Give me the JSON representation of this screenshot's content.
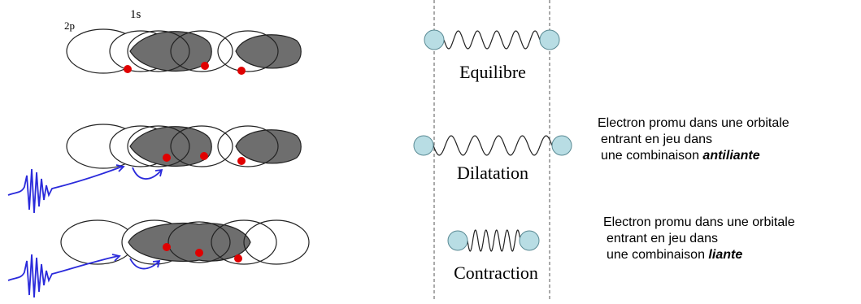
{
  "orbitals": {
    "label_2p": "2p",
    "label_1s": "1s"
  },
  "states": {
    "equilibre": "Equilibre",
    "dilatation": "Dilatation",
    "contraction": "Contraction"
  },
  "captions": {
    "antiliante": {
      "line1": "Electron promu dans une orbitale",
      "line2": "entrant en jeu dans",
      "line3_prefix": "une combinaison ",
      "line3_emph": "antiliante"
    },
    "liante": {
      "line1": "Electron promu dans une orbitale",
      "line2": "entrant en jeu dans",
      "line3_prefix": "une combinaison ",
      "line3_emph": "liante"
    }
  },
  "colors": {
    "lobe_fill": "#6e6e6e",
    "electron": "#e00000",
    "arrow": "#2a2adb",
    "atom": "#b8dde4"
  }
}
